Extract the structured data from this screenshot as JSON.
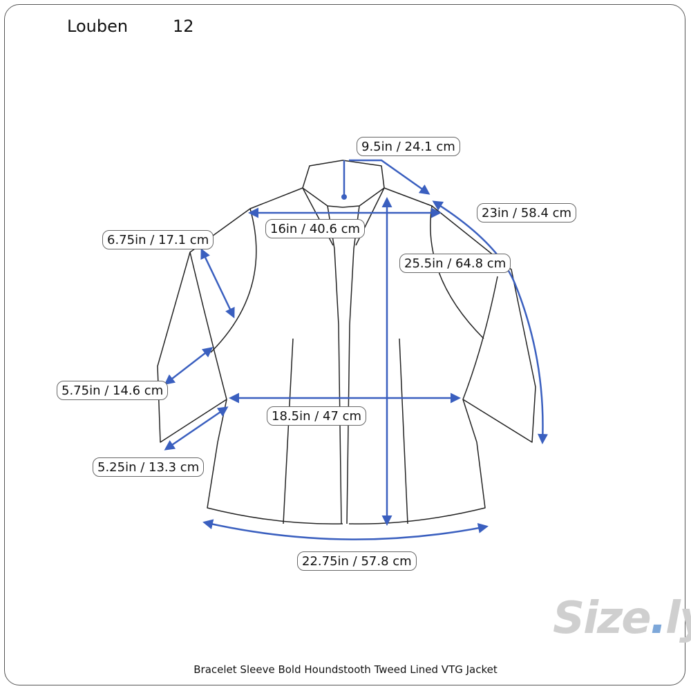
{
  "header": {
    "brand": "Louben",
    "size": "12"
  },
  "caption": "Bracelet Sleeve Bold Houndstooth Tweed Lined VTG Jacket",
  "logo": {
    "text_pre": "Size",
    "text_dot": ".",
    "text_post": "ly"
  },
  "measurements": {
    "neck_to_shoulder": "9.5in / 24.1 cm",
    "sleeve_length": "23in / 58.4 cm",
    "shoulder_width": "16in / 40.6 cm",
    "armhole": "6.75in / 17.1 cm",
    "body_length": "25.5in / 64.8 cm",
    "sleeve_width": "5.75in / 14.6 cm",
    "chest_width": "18.5in / 47 cm",
    "sleeve_opening": "5.25in / 13.3 cm",
    "hem_width": "22.75in / 57.8 cm"
  },
  "colors": {
    "arrow": "#3a5fbf",
    "outline": "#222222"
  }
}
